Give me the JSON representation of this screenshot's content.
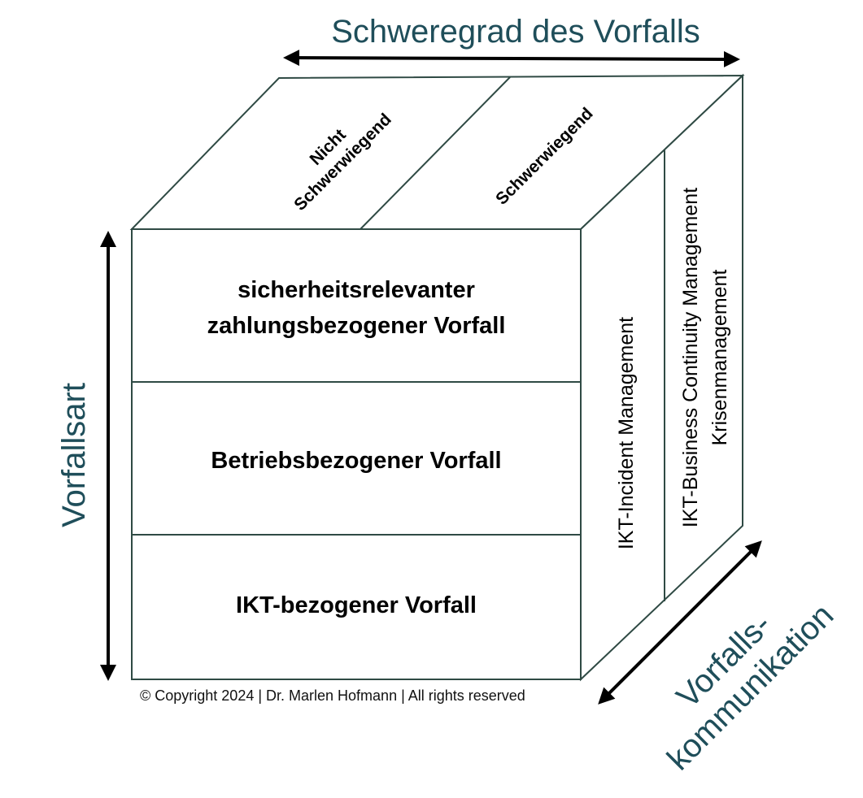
{
  "axes": {
    "severity": "Schweregrad des Vorfalls",
    "type": "Vorfallsart",
    "communication_line1": "Vorfalls-",
    "communication_line2": "kommunikation"
  },
  "top_face": {
    "segment1_line1": "Nicht",
    "segment1_line2": "Schwerwiegend",
    "segment2": "Schwerwiegend"
  },
  "front_face": {
    "row1_line1": "sicherheitsrelevanter",
    "row1_line2": "zahlungsbezogener Vorfall",
    "row2": "Betriebsbezogener Vorfall",
    "row3": "IKT-bezogener Vorfall"
  },
  "side_face": {
    "column1": "IKT-Incident Management",
    "column2_line1": "IKT-Business Continuity Management",
    "column2_line2": "Krisenmanagement"
  },
  "footer": {
    "copyright": "© Copyright 2024 | Dr. Marlen Hofmann | All rights reserved"
  },
  "colors": {
    "axis_title": "#1f4e5a",
    "outline": "#2f4a44",
    "arrows": "#000000"
  }
}
